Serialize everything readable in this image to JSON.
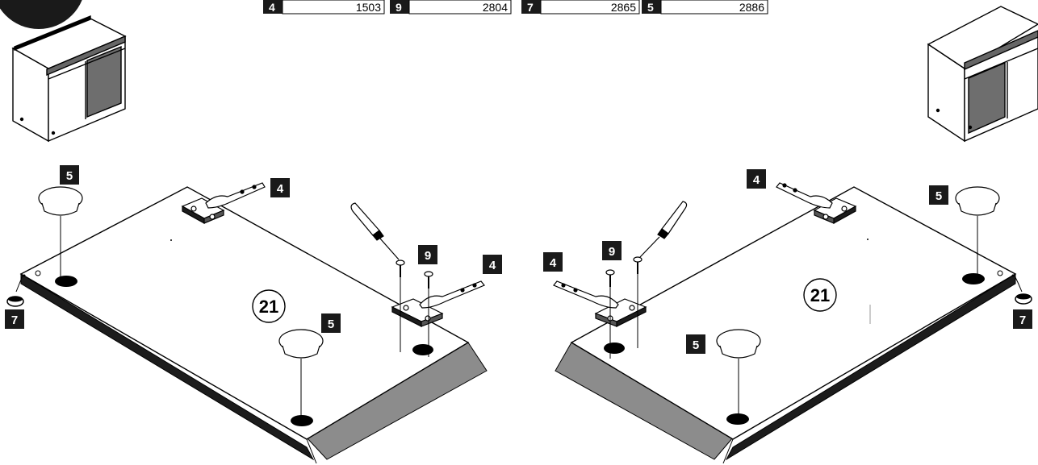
{
  "parts_table": [
    {
      "id": "4",
      "code": "1503"
    },
    {
      "id": "9",
      "code": "2804"
    },
    {
      "id": "7",
      "code": "2865"
    },
    {
      "id": "5",
      "code": "2886"
    }
  ],
  "left_panel": {
    "panel_number": "21",
    "callouts": {
      "foot_top": "5",
      "hinge_top": "4",
      "screw": "9",
      "hinge_right": "4",
      "bumper": "7",
      "foot_bottom": "5"
    }
  },
  "right_panel": {
    "panel_number": "21",
    "callouts": {
      "hinge_top": "4",
      "foot_top": "5",
      "hinge_left": "4",
      "screw": "9",
      "foot_bottom": "5",
      "bumper": "7"
    }
  },
  "colors": {
    "label_bg": "#1a1a1a",
    "label_text": "#ffffff",
    "edge_dark": "#1c1c1c",
    "edge_gray": "#8c8c8c",
    "line": "#000000"
  }
}
